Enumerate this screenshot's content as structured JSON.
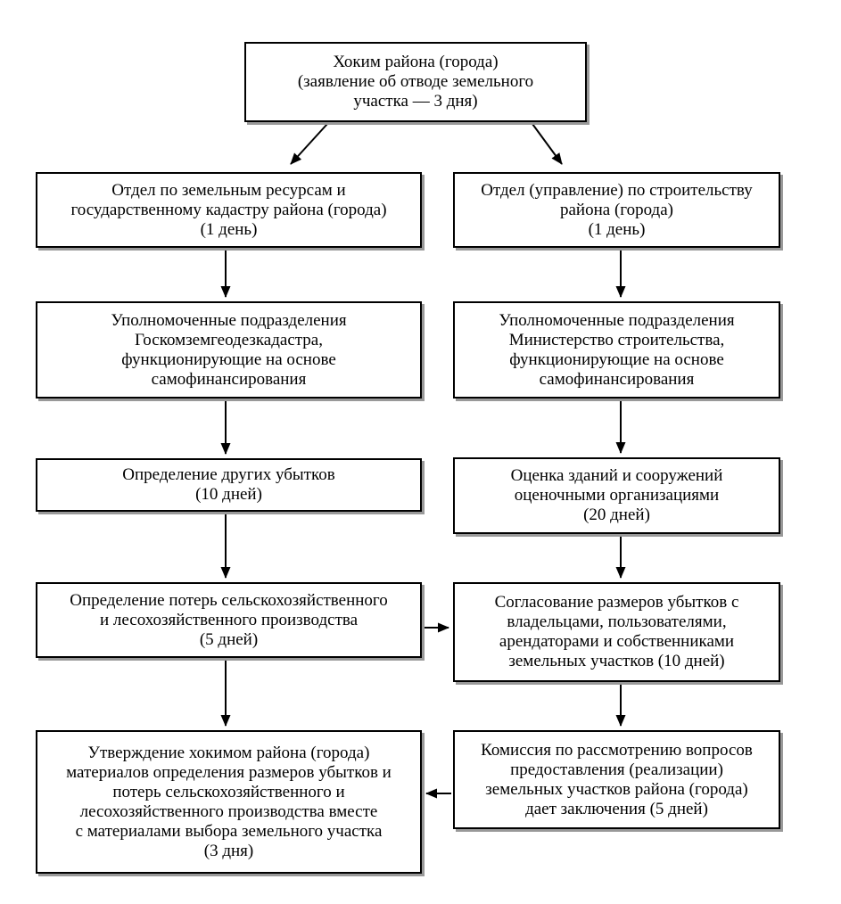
{
  "nodes": {
    "top": {
      "id": "khokim-rayona",
      "text": "Хоким района (города)\n(заявление об отводе земельного\nучастка — 3 дня)"
    },
    "l1": {
      "id": "otdel-zemelnye-resursy",
      "text": "Отдел по земельным ресурсам и\nгосударственному кадастру района (города)\n(1 день)"
    },
    "r1": {
      "id": "otdel-stroitelstvo",
      "text": "Отдел (управление) по строительству\nрайона (города)\n(1 день)"
    },
    "l2": {
      "id": "podrazdeleniya-goskomzemgeodezkadastra",
      "text": "Уполномоченные подразделения\nГоскомземгеодезкадастра,\nфункционирующие на основе\nсамофинансирования"
    },
    "r2": {
      "id": "podrazdeleniya-ministerstvo-stroitelstva",
      "text": "Уполномоченные подразделения\nМинистерство строительства,\nфункционирующие на основе\nсамофинансирования"
    },
    "l3": {
      "id": "opredelenie-drugikh-ubytkov",
      "text": "Определение других убытков\n(10 дней)"
    },
    "r3": {
      "id": "otsenka-zdaniy-sooruzheniy",
      "text": "Оценка зданий и сооружений\nоценочными организациями\n(20 дней)"
    },
    "l4": {
      "id": "opredelenie-poter-selkhoz",
      "text": "Определение потерь сельскохозяйственного\nи лесохозяйственного производства\n(5 дней)"
    },
    "r4": {
      "id": "soglasovanie-razmerov-ubytkov",
      "text": "Согласование размеров убытков с\nвладельцами, пользователями,\nарендаторами и собственниками\nземельных участков (10 дней)"
    },
    "l5": {
      "id": "utverzhdenie-khokimom",
      "text": "Утверждение хокимом района (города)\nматериалов определения размеров убытков и\nпотерь сельскохозяйственного и\nлесохозяйственного производства вместе\nс материалами выбора земельного участка\n(3 дня)"
    },
    "r5": {
      "id": "komissiya-zaklyucheniya",
      "text": "Комиссия по рассмотрению вопросов\nпредоставления (реализации)\nземельных участков района (города)\nдает заключения (5 дней)"
    }
  },
  "edges": [
    {
      "from": "khokim-rayona",
      "to": "otdel-zemelnye-resursy"
    },
    {
      "from": "khokim-rayona",
      "to": "otdel-stroitelstvo"
    },
    {
      "from": "otdel-zemelnye-resursy",
      "to": "podrazdeleniya-goskomzemgeodezkadastra"
    },
    {
      "from": "otdel-stroitelstvo",
      "to": "podrazdeleniya-ministerstvo-stroitelstva"
    },
    {
      "from": "podrazdeleniya-goskomzemgeodezkadastra",
      "to": "opredelenie-drugikh-ubytkov"
    },
    {
      "from": "podrazdeleniya-ministerstvo-stroitelstva",
      "to": "otsenka-zdaniy-sooruzheniy"
    },
    {
      "from": "opredelenie-drugikh-ubytkov",
      "to": "opredelenie-poter-selkhoz"
    },
    {
      "from": "otsenka-zdaniy-sooruzheniy",
      "to": "soglasovanie-razmerov-ubytkov"
    },
    {
      "from": "opredelenie-poter-selkhoz",
      "to": "soglasovanie-razmerov-ubytkov"
    },
    {
      "from": "opredelenie-poter-selkhoz",
      "to": "utverzhdenie-khokimom"
    },
    {
      "from": "soglasovanie-razmerov-ubytkov",
      "to": "komissiya-zaklyucheniya"
    },
    {
      "from": "komissiya-zaklyucheniya",
      "to": "utverzhdenie-khokimom"
    }
  ],
  "colors": {
    "box_border": "#000000",
    "box_background": "#ffffff",
    "text": "#000000",
    "shadow": "#999999",
    "arrow": "#000000"
  }
}
